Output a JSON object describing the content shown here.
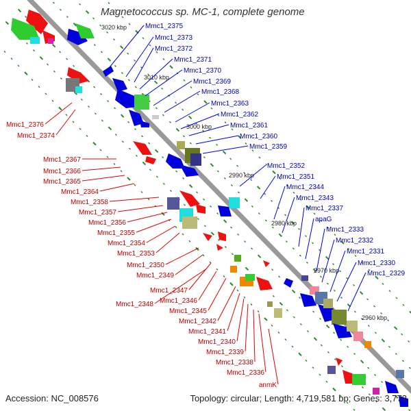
{
  "title": "Magnetococcus sp. MC-1, complete genome",
  "footer": {
    "accession": "Accession: NC_008576",
    "summary": "Topology: circular; Length: 4,719,581 bp; Genes: 3,772"
  },
  "colors": {
    "forward_strand": "#e00000",
    "reverse_strand": "#0000dd",
    "backbone": "#999999",
    "tick_green": "#2a8a2a"
  },
  "scale_labels": [
    "3020 kbp",
    "3010 kbp",
    "3000 kbp",
    "2990 kbp",
    "2980 kbp",
    "2970 kbp",
    "2960 kbp"
  ],
  "forward_genes": [
    "Mmc1_2376",
    "Mmc1_2374",
    "Mmc1_2367",
    "Mmc1_2366",
    "Mmc1_2365",
    "Mmc1_2364",
    "Mmc1_2358",
    "Mmc1_2357",
    "Mmc1_2356",
    "Mmc1_2355",
    "Mmc1_2354",
    "Mmc1_2353",
    "Mmc1_2350",
    "Mmc1_2349",
    "Mmc1_2347",
    "Mmc1_2348",
    "Mmc1_2346",
    "Mmc1_2345",
    "Mmc1_2342",
    "Mmc1_2341",
    "Mmc1_2340",
    "Mmc1_2339",
    "Mmc1_2338",
    "Mmc1_2336",
    "anmK"
  ],
  "reverse_genes": [
    "Mmc1_2375",
    "Mmc1_2373",
    "Mmc1_2372",
    "Mmc1_2371",
    "Mmc1_2370",
    "Mmc1_2369",
    "Mmc1_2368",
    "Mmc1_2363",
    "Mmc1_2362",
    "Mmc1_2361",
    "Mmc1_2360",
    "Mmc1_2359",
    "Mmc1_2352",
    "Mmc1_2351",
    "Mmc1_2344",
    "Mmc1_2343",
    "Mmc1_2337",
    "apaG",
    "Mmc1_2333",
    "Mmc1_2332",
    "Mmc1_2331",
    "Mmc1_2330",
    "Mmc1_2329"
  ]
}
